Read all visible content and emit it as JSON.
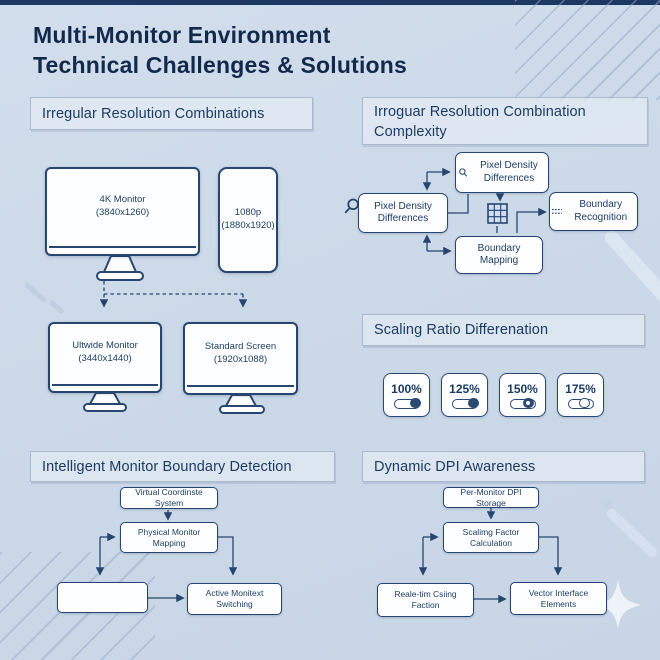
{
  "title": {
    "line1": "Multi-Monitor Environment",
    "line2": "Technical Challenges & Solutions"
  },
  "colors": {
    "accent_navy": "#26466f",
    "background": "#ccd9e8",
    "box_fill": "#fdfeff",
    "title_text": "#12294c"
  },
  "icons": {
    "magnifier": "magnifier-icon",
    "grid": "grid-icon",
    "dashed_lines": "dashed-lines-icon",
    "toggle": "toggle-switch",
    "sparkle": "sparkle-icon"
  },
  "sections": {
    "irregular_resolutions": {
      "header": "Irregular Resolution Combinations",
      "monitors": {
        "monitor_4k": {
          "name": "4K Monitor",
          "resolution": "(3840x1260)"
        },
        "monitor_1080p": {
          "name": "1080p",
          "resolution": "(1880x1920)"
        },
        "monitor_ultrawide": {
          "name": "Ultwide Monitor",
          "resolution": "(3440x1440)"
        },
        "monitor_standard": {
          "name": "Standard Screen",
          "resolution": "(1920x1088)"
        }
      }
    },
    "combination_complexity": {
      "header_line1": "Irroguar Resolution Combination",
      "header_line2": "Complexity",
      "nodes": {
        "pixel_density_top": "Pixel Density Differences",
        "pixel_density_left": "Pixel Density Differences",
        "boundary_mapping": "Boundary Mapping",
        "boundary_recognition": "Boundary Recognition"
      }
    },
    "scaling_ratio": {
      "header": "Scaling Ratio Differenation",
      "options": [
        {
          "label": "100%",
          "state": "on"
        },
        {
          "label": "125%",
          "state": "on"
        },
        {
          "label": "150%",
          "state": "dot"
        },
        {
          "label": "175%",
          "state": "outline"
        }
      ]
    },
    "boundary_detection": {
      "header": "Intelligent Monitor Boundary Detection",
      "nodes": {
        "virtual_coordinate": "Virtual Coordinste System",
        "physical_mapping": "Physical Monitor Mapping",
        "empty": "",
        "active_switching": "Active Monitext Switching"
      }
    },
    "dpi_awareness": {
      "header": "Dynamic DPI Awareness",
      "nodes": {
        "dpi_storage": "Per-Monitor DPI Storage",
        "scaling_calc": "Scalimg Factor Calculation",
        "realtime_scaling": "Reale-tim Csiing Faction",
        "vector_elements": "Vector Interface Elements"
      }
    }
  }
}
